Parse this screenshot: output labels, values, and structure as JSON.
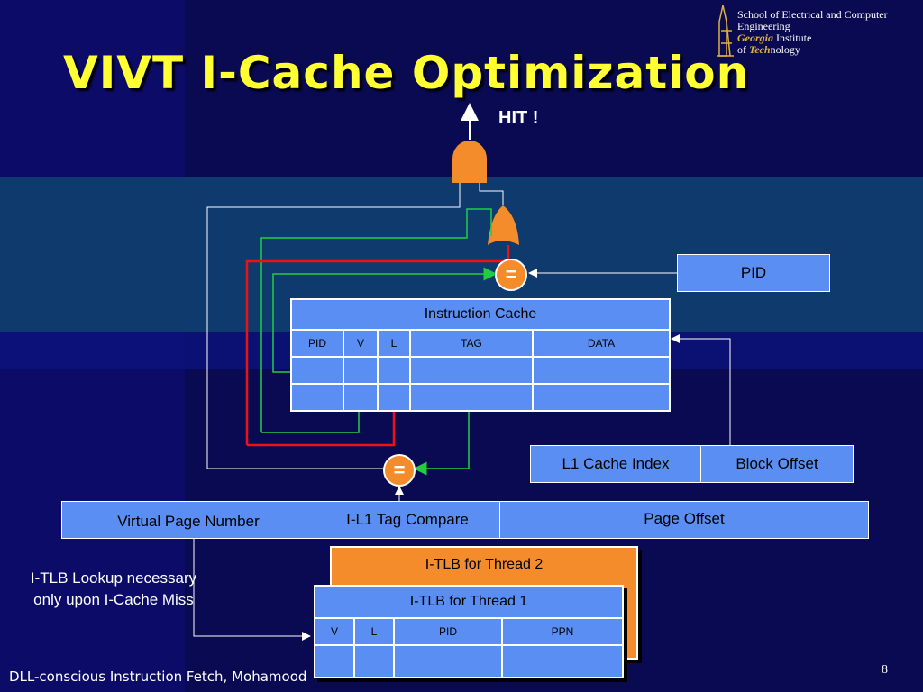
{
  "slide": {
    "title": "VIVT I-Cache Optimization",
    "hit_label": "HIT !",
    "page_number": "8",
    "footer": "DLL-conscious Instruction Fetch, Mohamood",
    "note": "I-TLB Lookup necessary only upon I-Cache Miss"
  },
  "logo": {
    "line1": "School of Electrical and Computer",
    "line2": "Engineering",
    "georgia": "Georgia",
    "institute": " Institute",
    "of": "of ",
    "tech": "Tech",
    "nology": "nology"
  },
  "pid_box": "PID",
  "icache": {
    "title": "Instruction Cache",
    "columns": [
      "PID",
      "V",
      "L",
      "TAG",
      "DATA"
    ]
  },
  "index": {
    "l1_index": "L1 Cache Index",
    "block_offset": "Block Offset"
  },
  "address": {
    "vpn": "Virtual Page Number",
    "compare": "I-L1 Tag Compare",
    "offset": "Page Offset"
  },
  "itlb2": {
    "title": "I-TLB for Thread 2"
  },
  "itlb1": {
    "title": "I-TLB for Thread 1",
    "columns": [
      "V",
      "L",
      "PID",
      "PPN"
    ]
  },
  "comparator_symbol": "=",
  "colors": {
    "background": "#0a0a52",
    "title": "#ffff33",
    "box": "#5b8ef2",
    "gate": "#f48c2c",
    "wire_green": "#22cc44",
    "wire_red": "#ee1111"
  }
}
